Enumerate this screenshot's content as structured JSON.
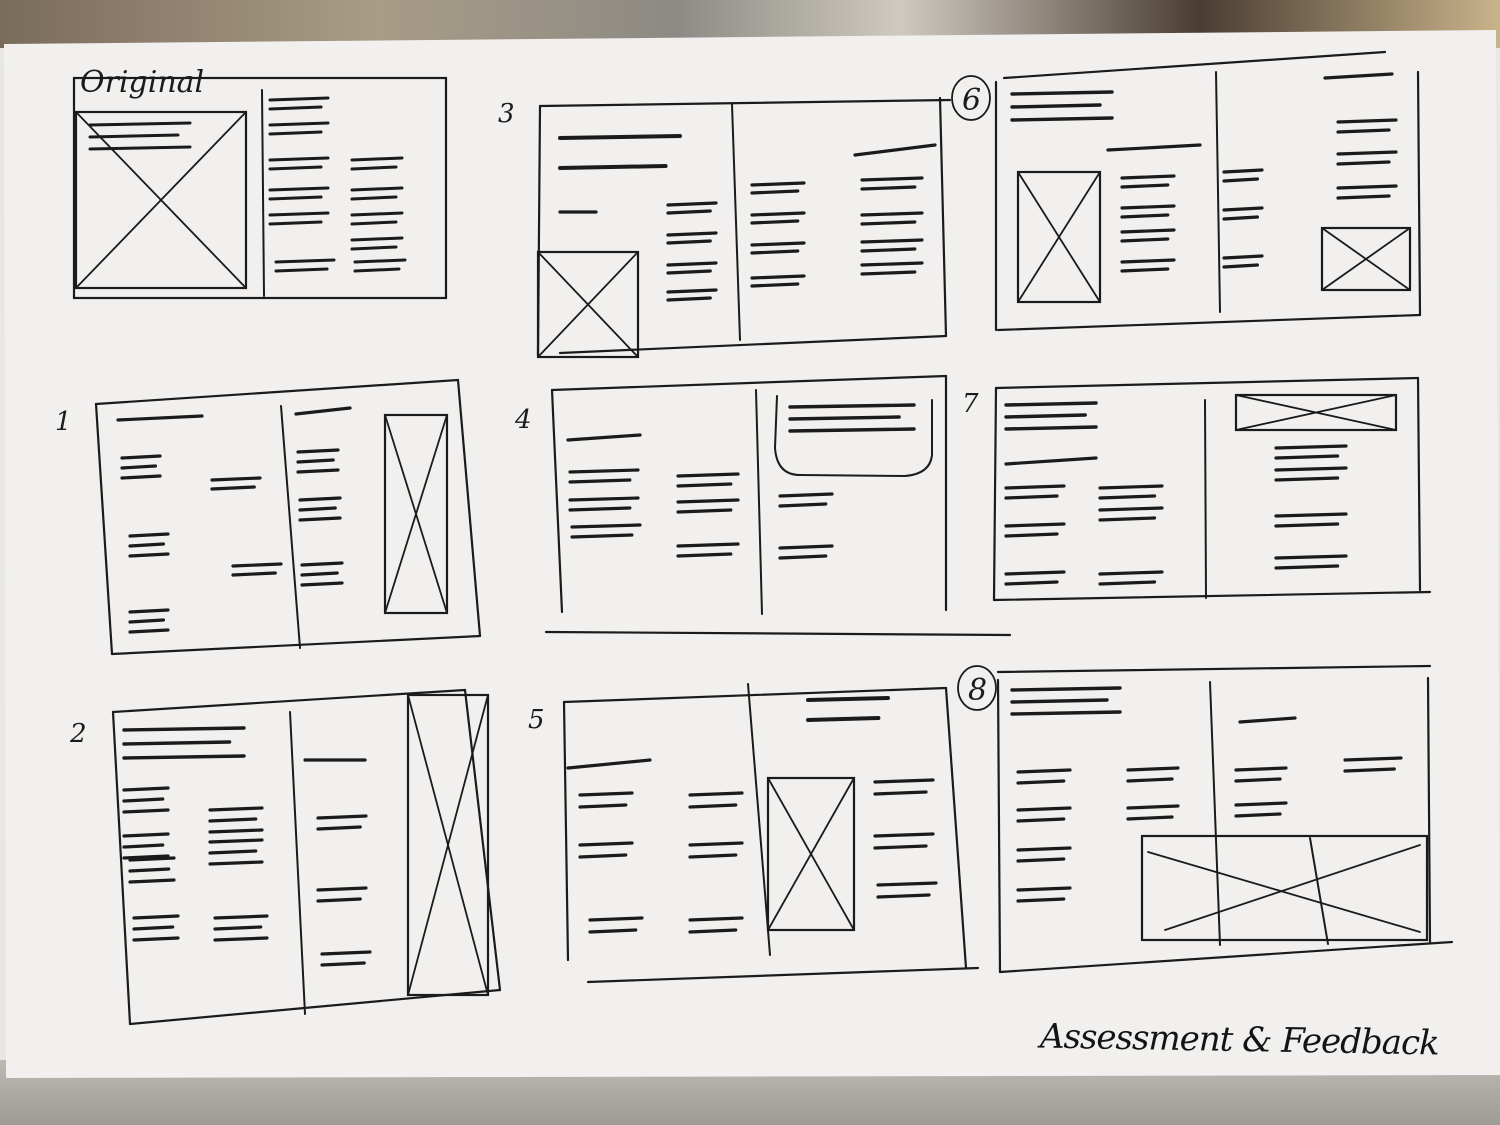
{
  "sheet": {
    "caption": "Assessment & Feedback",
    "paper_color": "#f1f0ee",
    "ink_color": "#1b1b1b"
  },
  "sketches": [
    {
      "id": "original",
      "label": "Original",
      "circled": false
    },
    {
      "id": "1",
      "label": "1",
      "circled": false
    },
    {
      "id": "2",
      "label": "2",
      "circled": false
    },
    {
      "id": "3",
      "label": "3",
      "circled": false
    },
    {
      "id": "4",
      "label": "4",
      "circled": false
    },
    {
      "id": "5",
      "label": "5",
      "circled": false
    },
    {
      "id": "6",
      "label": "6",
      "circled": true
    },
    {
      "id": "7",
      "label": "7",
      "circled": false
    },
    {
      "id": "8",
      "label": "8",
      "circled": true
    }
  ]
}
